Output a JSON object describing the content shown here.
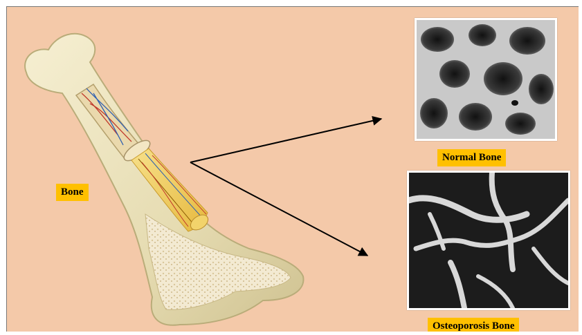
{
  "labels": {
    "bone": "Bone",
    "normal_bone": "Normal Bone",
    "osteoporosis_bone": "Osteoporosis Bone"
  },
  "colors": {
    "background": "#f4c9a9",
    "label_fill": "#ffc000",
    "bone": "#ece3bf",
    "marrow": "#f2d36b",
    "arrow": "#000000"
  },
  "images": {
    "bone_illustration": "long-bone-cutaway",
    "normal_photo": "dense-trabecular-bone-micrograph",
    "osteo_photo": "porous-trabecular-bone-micrograph"
  }
}
